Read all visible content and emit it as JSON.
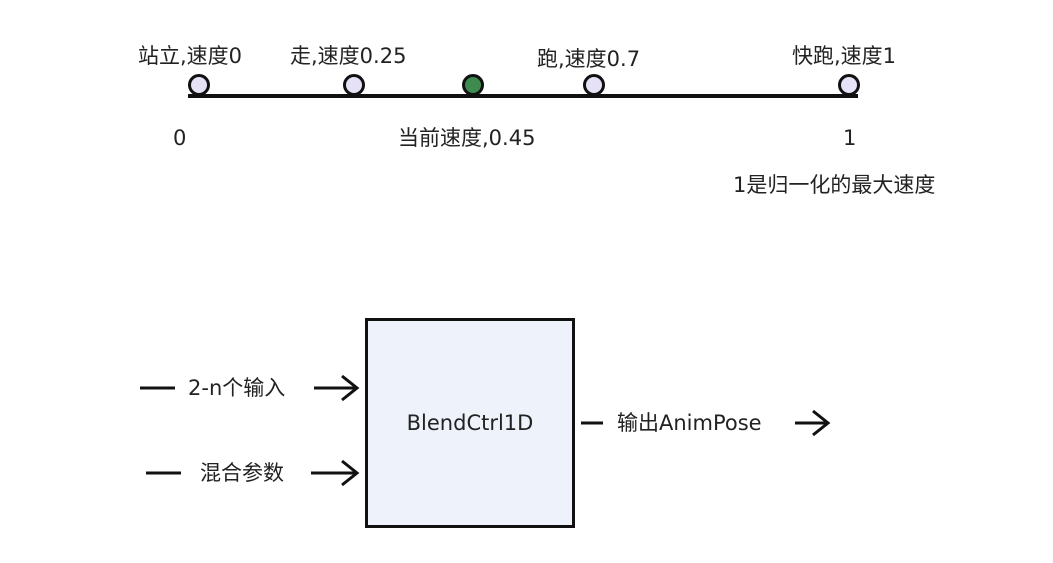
{
  "colors": {
    "marker_fill": "#e6e1f7",
    "current_fill": "#3f8a4e",
    "stroke": "#111111",
    "box_fill": "#edf2fb"
  },
  "blend_axis": {
    "markers": [
      {
        "label": "站立,速度0",
        "value": 0
      },
      {
        "label": "走,速度0.25",
        "value": 0.25
      },
      {
        "label": "跑,速度0.7",
        "value": 0.7
      },
      {
        "label": "快跑,速度1",
        "value": 1
      }
    ],
    "current": {
      "label": "当前速度,0.45",
      "value": 0.45
    },
    "tick_min": "0",
    "tick_max": "1",
    "note": "1是归一化的最大速度"
  },
  "node": {
    "label": "BlendCtrl1D",
    "input_1": "2-n个输入",
    "input_2": "混合参数",
    "output": "输出AnimPose"
  }
}
